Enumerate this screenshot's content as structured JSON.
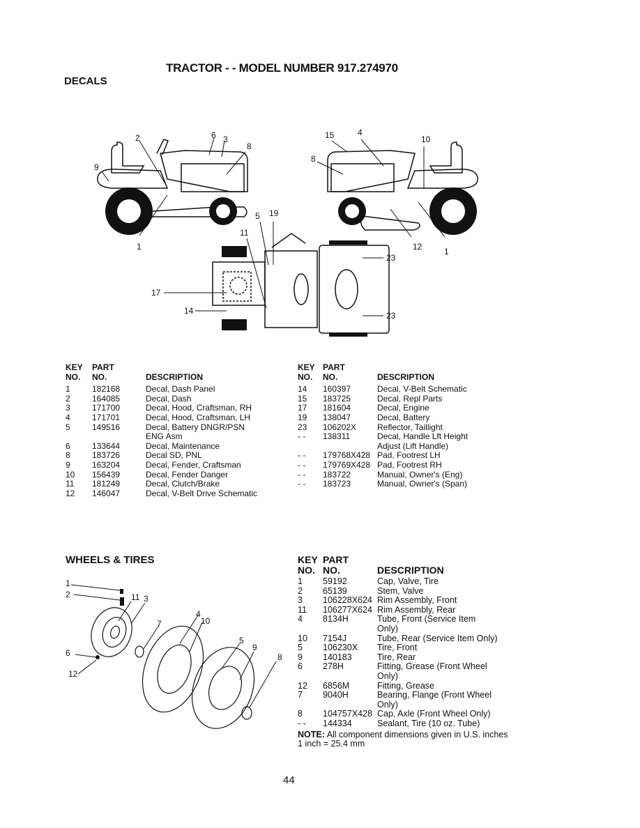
{
  "title": "TRACTOR - - MODEL NUMBER 917.274970",
  "decals": {
    "heading": "DECALS",
    "callouts": [
      "2",
      "6",
      "3",
      "8",
      "9",
      "1",
      "15",
      "4",
      "10",
      "8",
      "12",
      "1",
      "5",
      "19",
      "11",
      "17",
      "14",
      "23",
      "23"
    ],
    "header": {
      "key_line1": "KEY",
      "key_line2": "NO.",
      "part_line1": "PART",
      "part_line2": "NO.",
      "desc": "DESCRIPTION"
    },
    "left_rows": [
      {
        "key": "1",
        "part": "182168",
        "desc": "Decal, Dash Panel"
      },
      {
        "key": "2",
        "part": "164085",
        "desc": "Decal, Dash"
      },
      {
        "key": "3",
        "part": "171700",
        "desc": "Decal, Hood, Craftsman, RH"
      },
      {
        "key": "4",
        "part": "171701",
        "desc": "Decal, Hood, Craftsman, LH"
      },
      {
        "key": "5",
        "part": "149516",
        "desc": "Decal, Battery DNGR/PSN"
      },
      {
        "key": "",
        "part": "",
        "desc": "ENG Asm"
      },
      {
        "key": "6",
        "part": "133644",
        "desc": "Decal, Maintenance"
      },
      {
        "key": "8",
        "part": "183726",
        "desc": "Decal SD, PNL"
      },
      {
        "key": "9",
        "part": "163204",
        "desc": "Decal, Fender, Craftsman"
      },
      {
        "key": "10",
        "part": "156439",
        "desc": "Decal, Fender Danger"
      },
      {
        "key": "11",
        "part": "181249",
        "desc": "Decal, Clutch/Brake"
      },
      {
        "key": "12",
        "part": "146047",
        "desc": "Decal, V-Belt Drive Schematic"
      }
    ],
    "right_rows": [
      {
        "key": "14",
        "part": "160397",
        "desc": "Decal, V-Belt Schematic"
      },
      {
        "key": "15",
        "part": "183725",
        "desc": "Decal, Repl Parts"
      },
      {
        "key": "17",
        "part": "181604",
        "desc": "Decal, Engine"
      },
      {
        "key": "19",
        "part": "138047",
        "desc": "Decal, Battery"
      },
      {
        "key": "23",
        "part": "106202X",
        "desc": "Reflector, Taillight"
      },
      {
        "key": "- -",
        "part": "138311",
        "desc": "Decal, Handle Lft Height"
      },
      {
        "key": "",
        "part": "",
        "desc": "Adjust (Lift Handle)"
      },
      {
        "key": "- -",
        "part": "179768X428",
        "desc": "Pad, Footrest LH"
      },
      {
        "key": "- -",
        "part": "179769X428",
        "desc": "Pad, Footrest RH"
      },
      {
        "key": "- -",
        "part": "183722",
        "desc": "Manual, Owner's (Eng)"
      },
      {
        "key": "- -",
        "part": "183723",
        "desc": "Manual, Owner's (Span)"
      }
    ]
  },
  "wheels": {
    "heading": "WHEELS & TIRES",
    "callouts": [
      "1",
      "2",
      "11",
      "3",
      "4",
      "10",
      "7",
      "5",
      "9",
      "8",
      "6",
      "12"
    ],
    "header": {
      "key_line1": "KEY",
      "key_line2": "NO.",
      "part_line1": "PART",
      "part_line2": "NO.",
      "desc": "DESCRIPTION"
    },
    "rows": [
      {
        "key": "1",
        "part": "59192",
        "desc": "Cap, Valve, Tire"
      },
      {
        "key": "2",
        "part": "65139",
        "desc": "Stem, Valve"
      },
      {
        "key": "3",
        "part": "106228X624",
        "desc": "Rim Assembly, Front"
      },
      {
        "key": "11",
        "part": "106277X624",
        "desc": "Rim Assembly, Rear"
      },
      {
        "key": "4",
        "part": "8134H",
        "desc": "Tube, Front (Service Item"
      },
      {
        "key": "",
        "part": "",
        "desc": "Only)"
      },
      {
        "key": "10",
        "part": "7154J",
        "desc": "Tube, Rear (Service Item Only)"
      },
      {
        "key": "5",
        "part": "106230X",
        "desc": "Tire, Front"
      },
      {
        "key": "9",
        "part": "140183",
        "desc": "Tire, Rear"
      },
      {
        "key": "6",
        "part": "278H",
        "desc": "Fitting, Grease (Front Wheel"
      },
      {
        "key": "",
        "part": "",
        "desc": "Only)"
      },
      {
        "key": "12",
        "part": "6856M",
        "desc": "Fitting, Grease"
      },
      {
        "key": "7",
        "part": "9040H",
        "desc": "Bearing, Flange (Front Wheel"
      },
      {
        "key": "",
        "part": "",
        "desc": "Only)"
      },
      {
        "key": "8",
        "part": "104757X428",
        "desc": "Cap, Axle (Front Wheel Only)"
      },
      {
        "key": "- -",
        "part": "144334",
        "desc": "Sealant, Tire (10 oz. Tube)"
      }
    ],
    "note_label": "NOTE:",
    "note_text": "All component dimensions given in U.S. inches",
    "note_line2": "1 inch = 25.4 mm"
  },
  "page_number": "44"
}
